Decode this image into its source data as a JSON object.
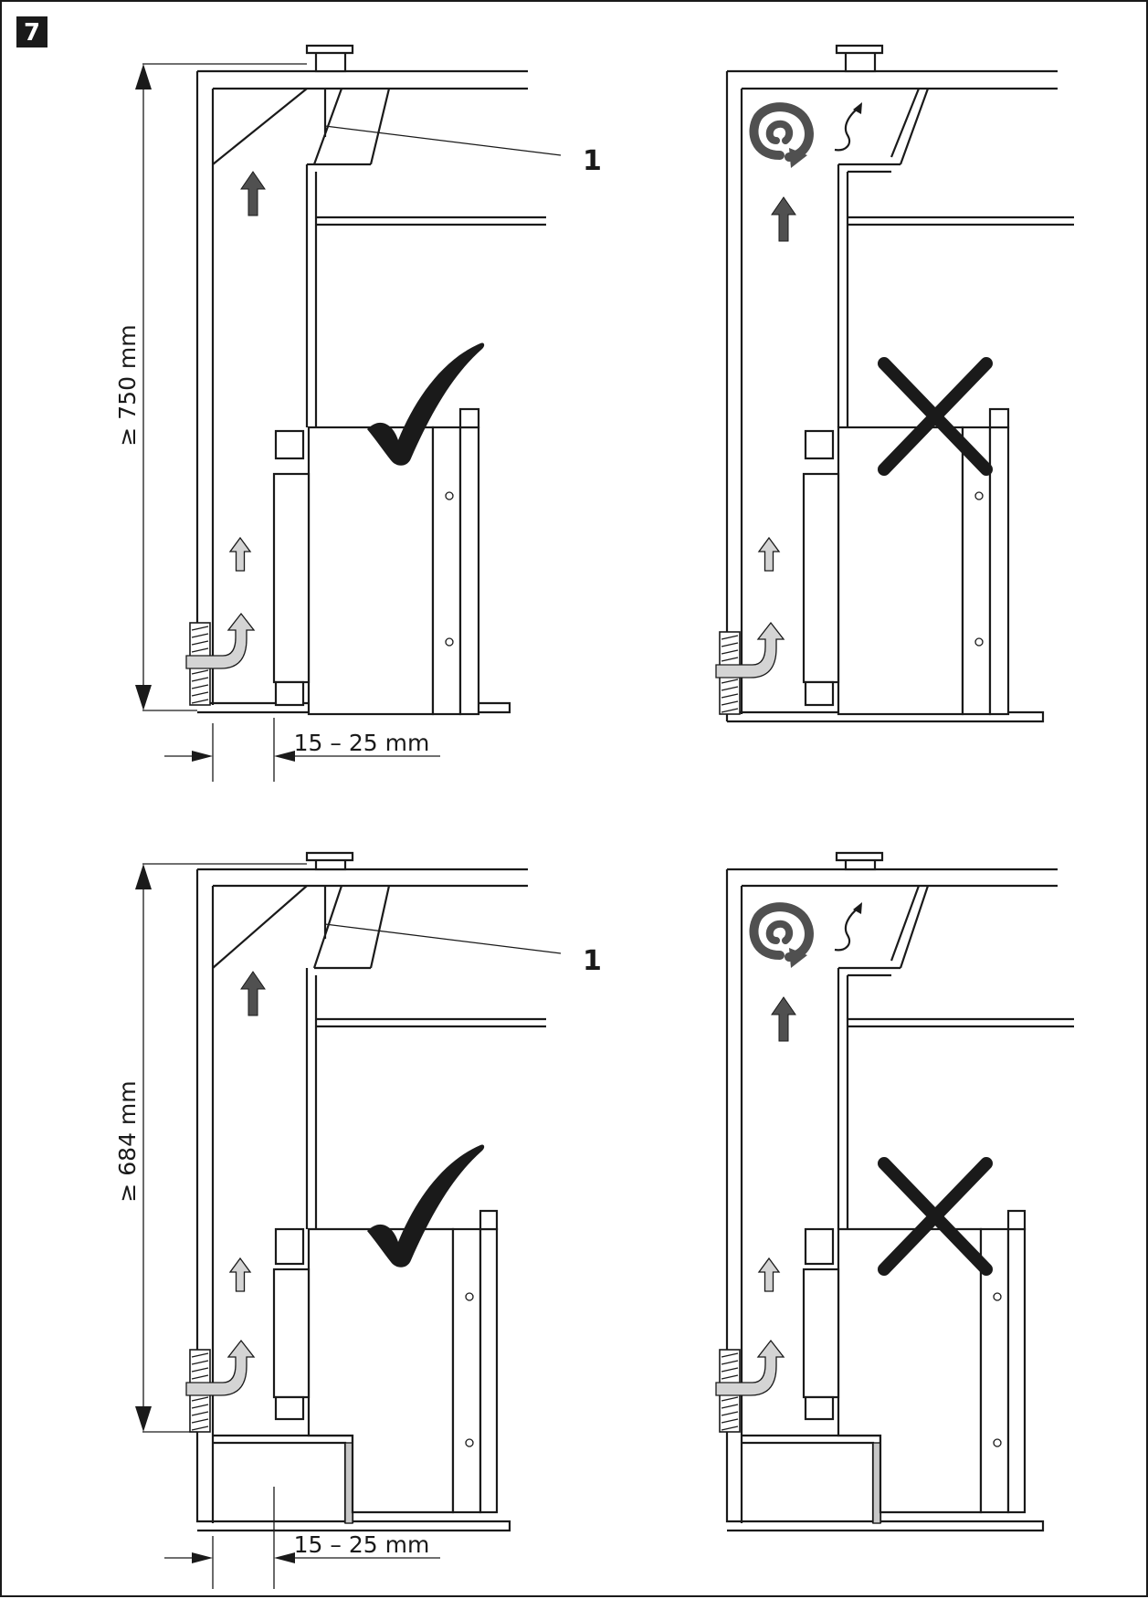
{
  "figure_number": "7",
  "panels": {
    "top_left": {
      "status": "correct",
      "callout": "1",
      "height_label": "≥ 750 mm",
      "gap_label": "15 – 25 mm"
    },
    "top_right": {
      "status": "incorrect"
    },
    "bottom_left": {
      "status": "correct",
      "callout": "1",
      "height_label": "≥ 684 mm",
      "gap_label": "15 – 25 mm"
    },
    "bottom_right": {
      "status": "incorrect"
    }
  },
  "icons": {
    "correct": "check-mark-icon",
    "incorrect": "cross-mark-icon",
    "warm_air": "dark-arrow-up-icon",
    "cool_air": "light-arrow-up-icon",
    "air_intake": "curved-intake-arrow-icon",
    "turbulence": "swirl-icon",
    "heat_escape": "squiggle-arrow-icon"
  },
  "colors": {
    "line": "#1a1a1a",
    "warm_air": "#505050",
    "cool_air": "#d4d4d4",
    "shelf_gap": "#c7c7c7"
  }
}
